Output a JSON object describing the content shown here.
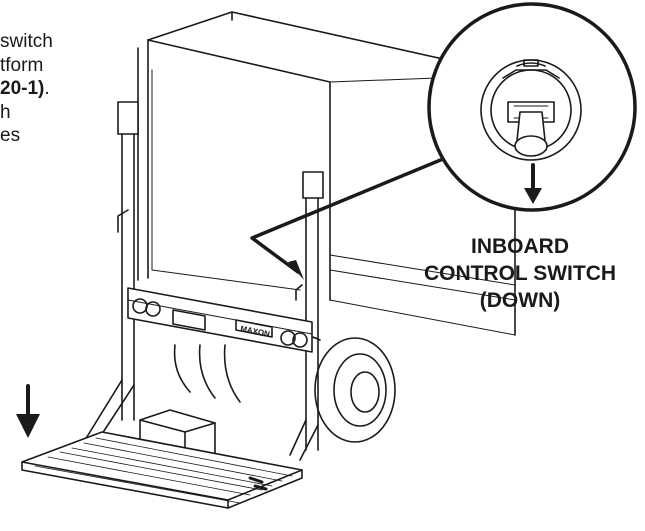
{
  "instruction_fragment": {
    "line1": "switch",
    "line2": "tform",
    "line3_bold": "20-1)",
    "line3_tail": ".",
    "line4": "h",
    "line5": "es"
  },
  "callout": {
    "line1": "INBOARD",
    "line2": "CONTROL SWITCH",
    "line3": "(DOWN)"
  },
  "liftgate_logo": "MAXON",
  "icons": {
    "switch": "toggle-switch-icon",
    "down_arrow": "down-arrow-icon"
  }
}
